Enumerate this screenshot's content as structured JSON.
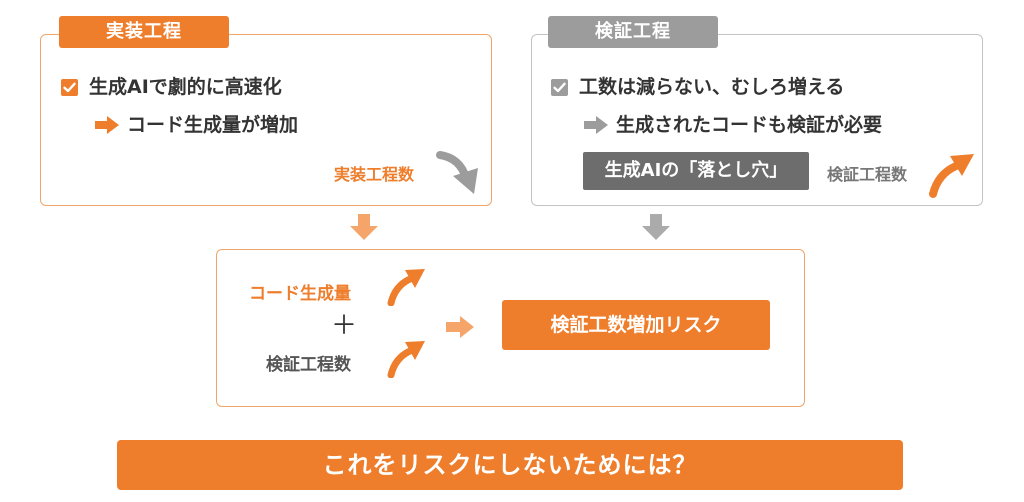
{
  "implementation": {
    "tab_label": "実装工程",
    "item_main": "生成AIで劇的に高速化",
    "item_sub": "コード生成量が増加",
    "counter_label": "実装工程数",
    "trend": "down",
    "accent_color": "#ee7e2c"
  },
  "verification": {
    "tab_label": "検証工程",
    "item_main": "工数は減らない、むしろ増える",
    "item_sub": "生成されたコードも検証が必要",
    "pitfall_label": "生成AIの「落とし穴」",
    "counter_label": "検証工程数",
    "trend": "up",
    "accent_color": "#9c9c9c"
  },
  "combination": {
    "factor_a": "コード生成量",
    "plus_sign": "＋",
    "factor_b": "検証工程数",
    "result": "検証工数増加リスク"
  },
  "question": "これをリスクにしないためには？",
  "colors": {
    "orange": "#ee7e2c",
    "light_orange": "#f6a56a",
    "gray": "#9c9c9c",
    "dark_gray": "#6d6d6d"
  }
}
